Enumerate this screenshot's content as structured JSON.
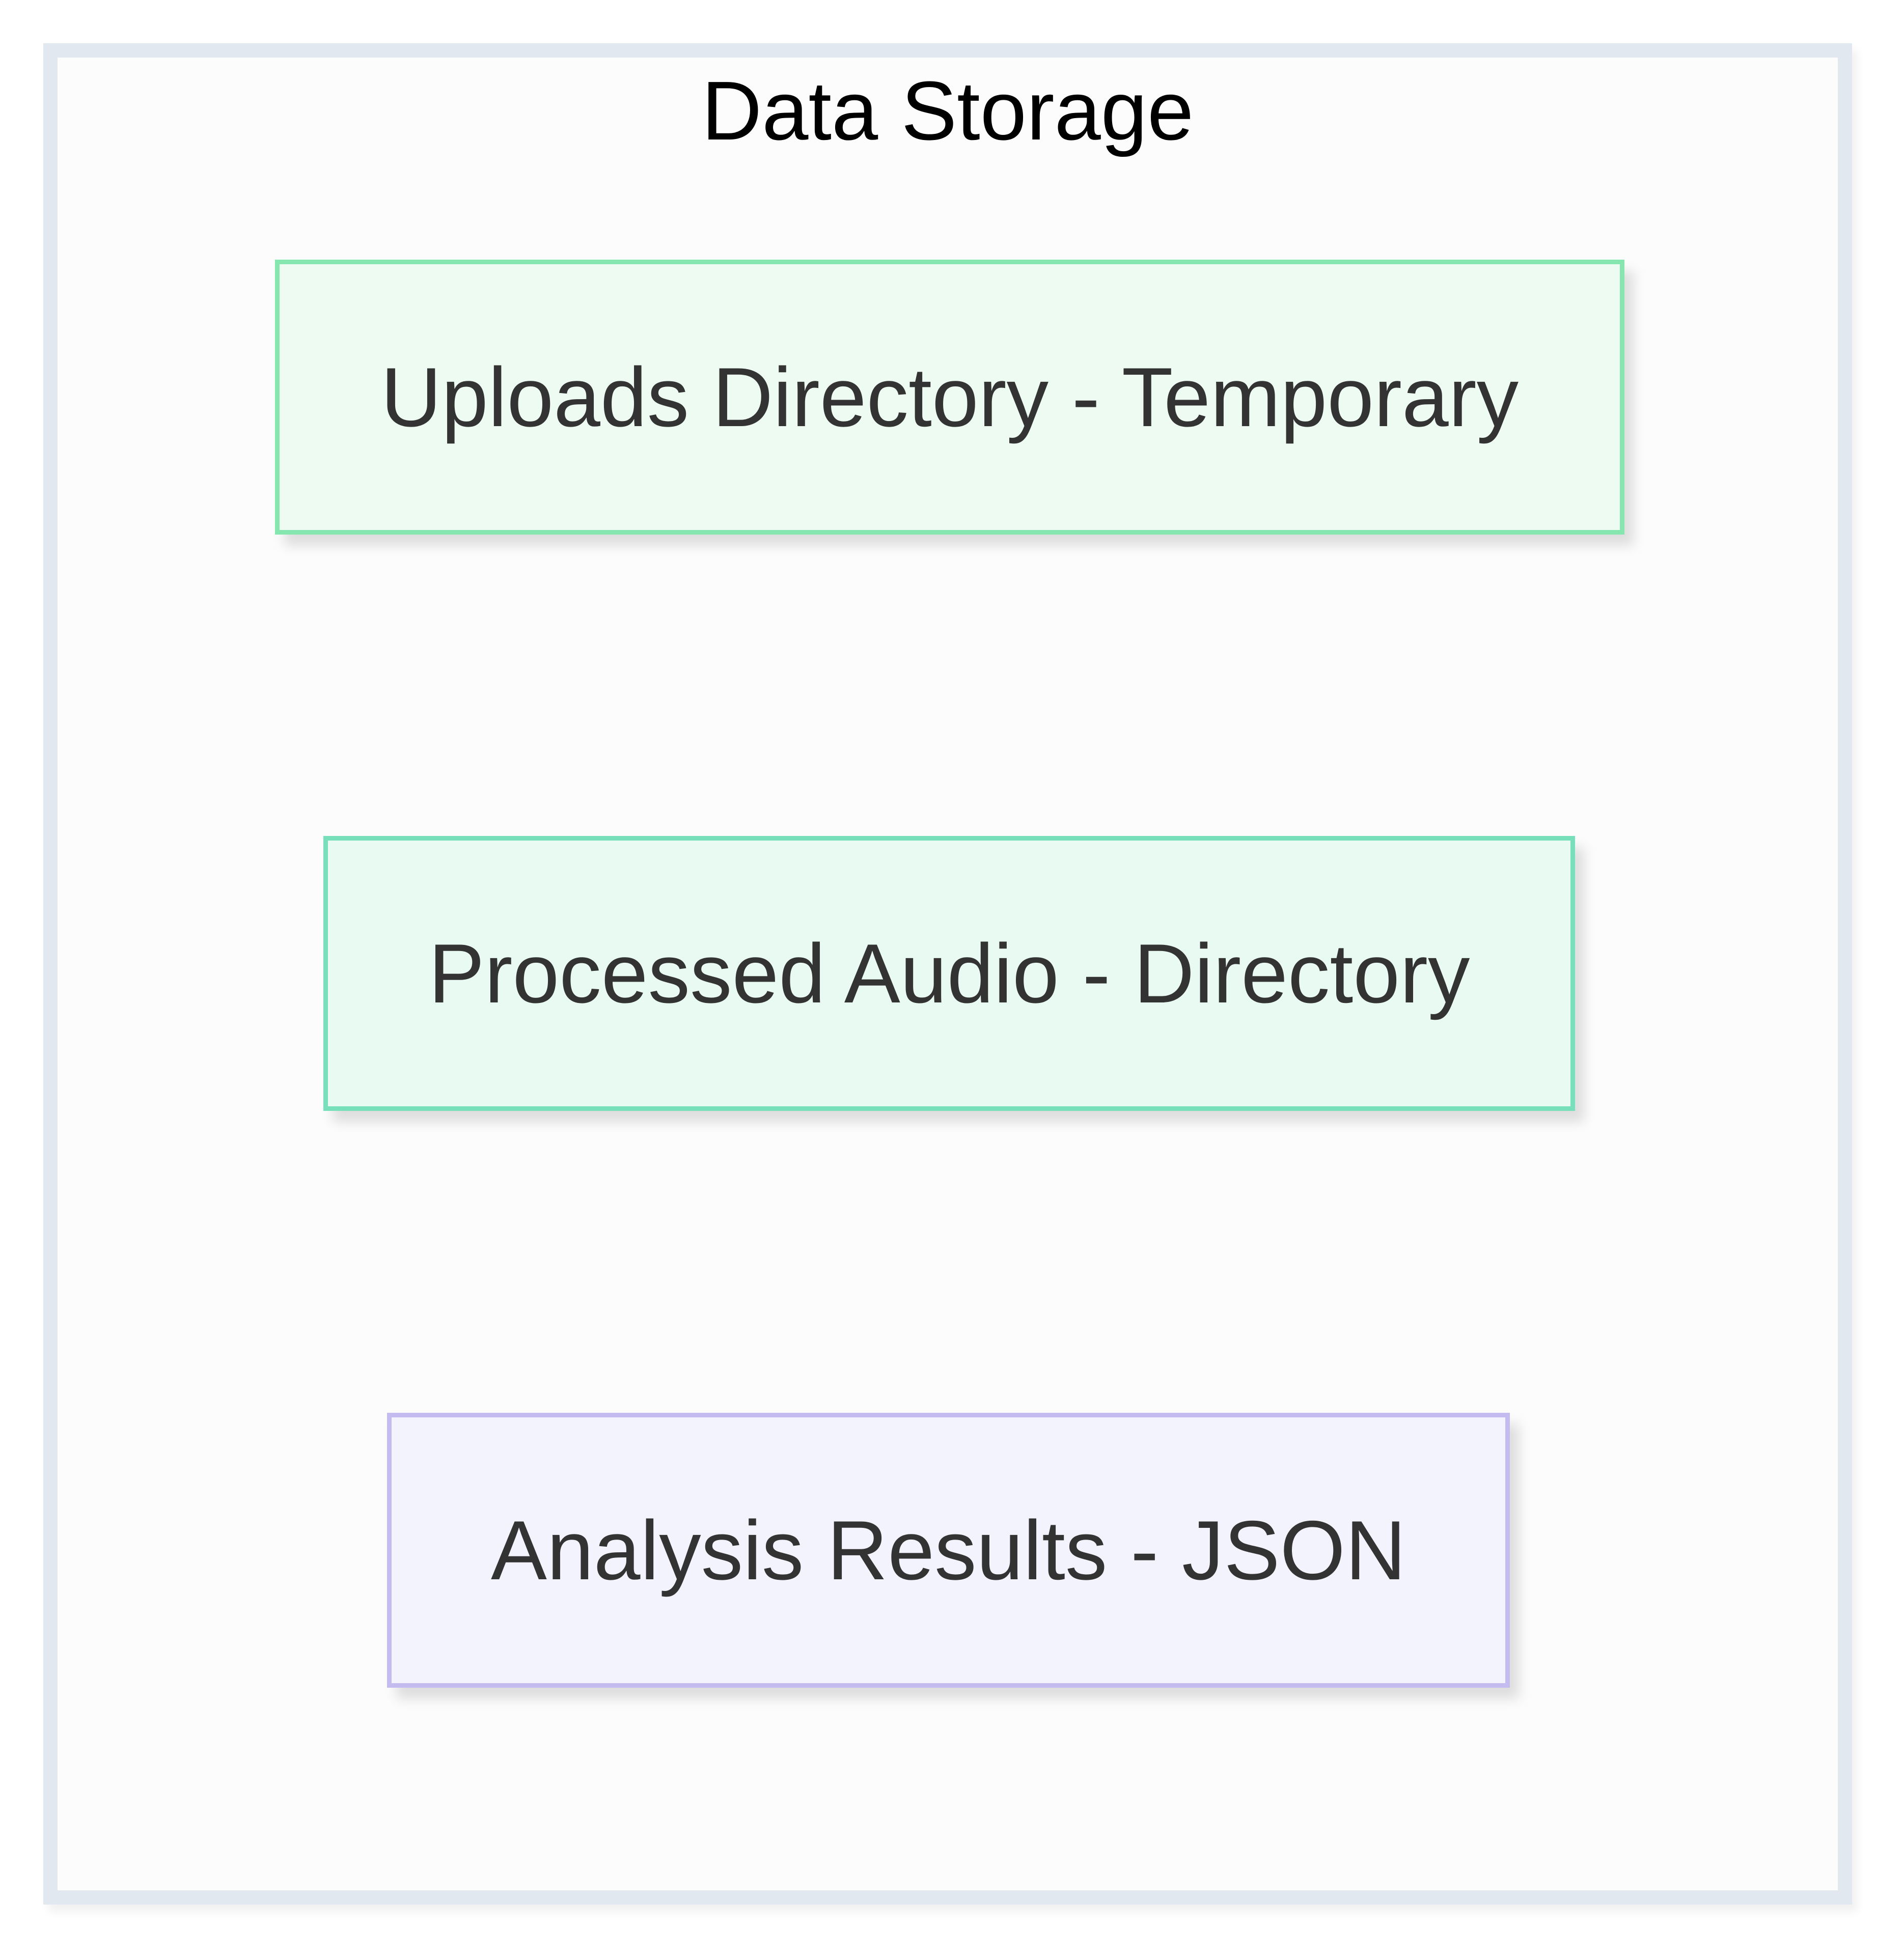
{
  "diagram": {
    "group": {
      "title": "Data Storage",
      "border_color": "#e2e8f0"
    },
    "nodes": [
      {
        "id": "uploads",
        "label": "Uploads Directory - Temporary",
        "fill": "#edfbf3",
        "stroke": "#86e6b0"
      },
      {
        "id": "processed",
        "label": "Processed Audio - Directory",
        "fill": "#e9faf3",
        "stroke": "#77e0bb"
      },
      {
        "id": "results",
        "label": "Analysis Results - JSON",
        "fill": "#f3f3fd",
        "stroke": "#c4bcf0"
      }
    ]
  }
}
